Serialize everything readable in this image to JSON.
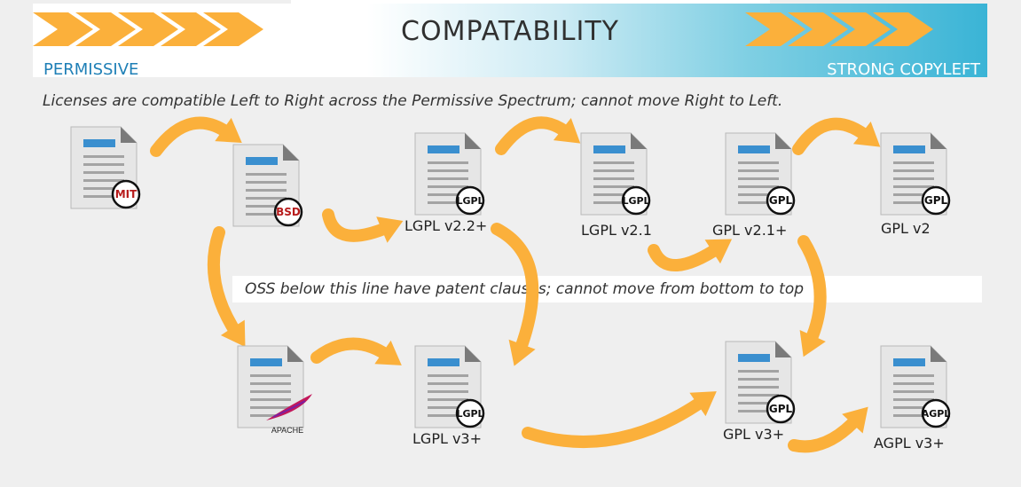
{
  "header": {
    "title": "COMPATABILITY",
    "left_label": "PERMISSIVE",
    "right_label": "STRONG COPYLEFT",
    "subtitle": "Licenses are compatible Left to Right across the Permissive Spectrum; cannot move Right to Left."
  },
  "patent_note": "OSS below this line have patent clauses; cannot move from bottom to top",
  "colors": {
    "arrow": "#fbb03b",
    "banner_end": "#3ab4d6",
    "permissive_text": "#1e7fb6",
    "doc_band": "#3a8fcf"
  },
  "licenses": [
    {
      "id": "mit",
      "label": "",
      "badge": "MIT",
      "icon": "mit-logo-icon"
    },
    {
      "id": "bsd",
      "label": "",
      "badge": "BSD",
      "icon": "bsd-logo-icon"
    },
    {
      "id": "lgpl22",
      "label": "LGPL v2.2+",
      "badge": "LGPL",
      "icon": "lgpl-badge-icon"
    },
    {
      "id": "lgpl21",
      "label": "LGPL v2.1",
      "badge": "LGPL",
      "icon": "lgpl-badge-icon"
    },
    {
      "id": "gpl21",
      "label": "GPL v2.1+",
      "badge": "GPL",
      "icon": "gpl-badge-icon"
    },
    {
      "id": "gpl2",
      "label": "GPL v2",
      "badge": "GPL",
      "icon": "gpl-badge-icon"
    },
    {
      "id": "apache",
      "label": "",
      "badge": "APACHE",
      "icon": "apache-feather-icon"
    },
    {
      "id": "lgpl3",
      "label": "LGPL v3+",
      "badge": "LGPL",
      "icon": "lgpl-badge-icon"
    },
    {
      "id": "gpl3",
      "label": "GPL v3+",
      "badge": "GPL",
      "icon": "gpl-badge-icon"
    },
    {
      "id": "agpl3",
      "label": "AGPL v3+",
      "badge": "AGPL",
      "icon": "agpl-badge-icon"
    }
  ],
  "edges": [
    {
      "from": "mit",
      "to": "bsd"
    },
    {
      "from": "bsd",
      "to": "lgpl22"
    },
    {
      "from": "bsd",
      "to": "apache"
    },
    {
      "from": "lgpl22",
      "to": "lgpl21"
    },
    {
      "from": "lgpl22",
      "to": "lgpl3"
    },
    {
      "from": "lgpl21",
      "to": "gpl21"
    },
    {
      "from": "gpl21",
      "to": "gpl2"
    },
    {
      "from": "gpl21",
      "to": "gpl3"
    },
    {
      "from": "apache",
      "to": "lgpl3"
    },
    {
      "from": "lgpl3",
      "to": "gpl3"
    },
    {
      "from": "gpl3",
      "to": "agpl3"
    }
  ]
}
